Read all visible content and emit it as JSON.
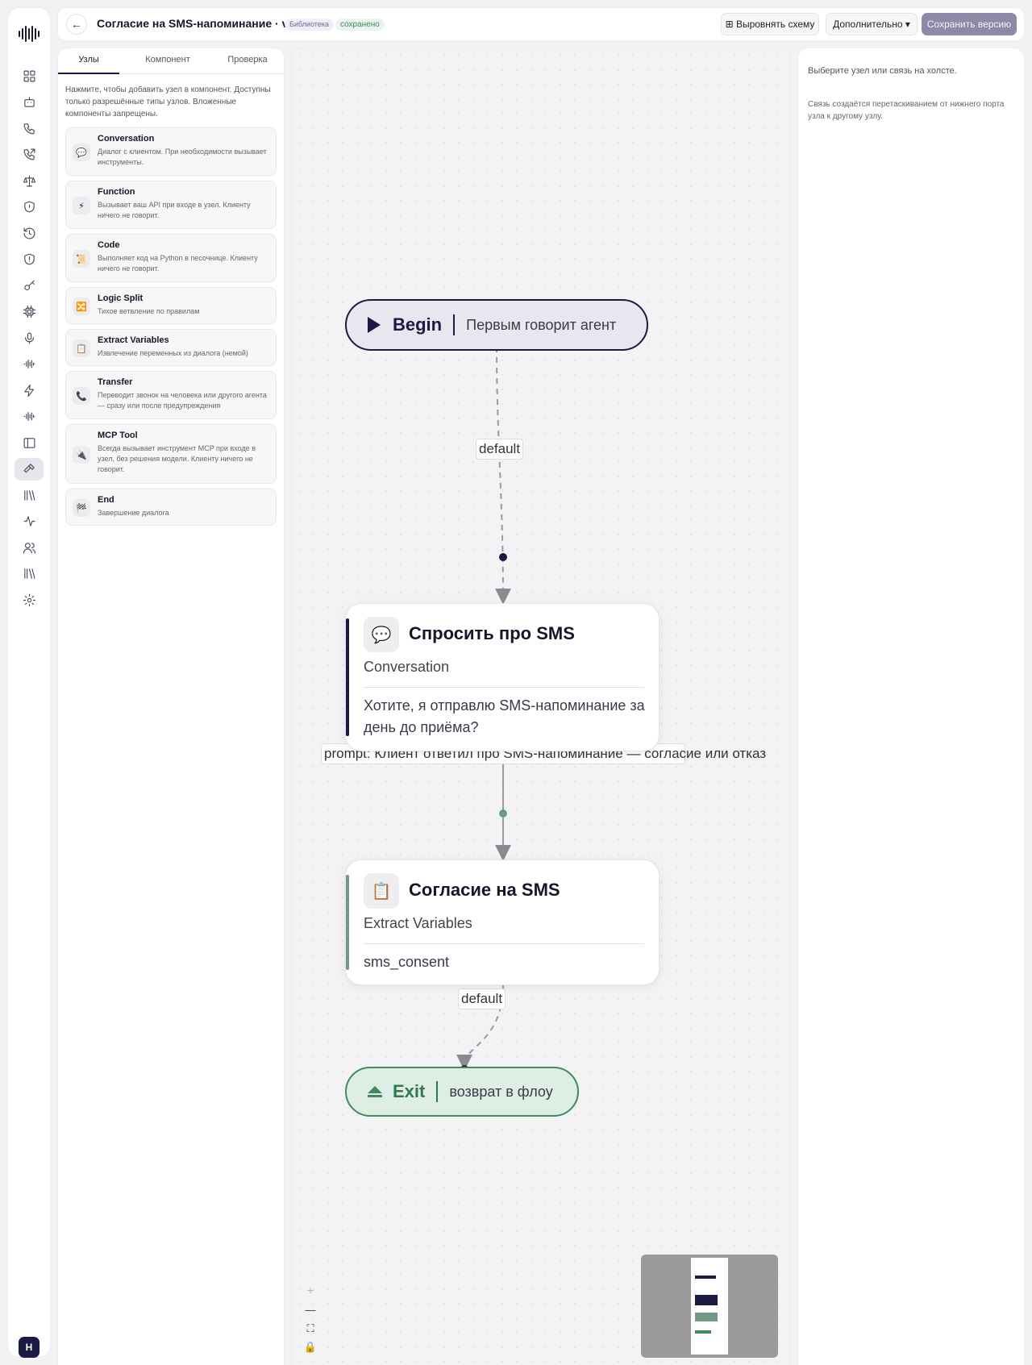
{
  "header": {
    "back_label": "←",
    "title": "Согласие на SMS-напоминание · v1",
    "badge_library": "Библиотека",
    "badge_saved": "сохранено",
    "align_button": "⊞ Выровнять схему",
    "more_button": "Дополнительно ▾",
    "save_button": "Сохранить версию"
  },
  "sidebar": {
    "avatar": "Н",
    "icons": [
      "dashboard-icon",
      "bot-icon",
      "phone-icon",
      "phone-outgoing-icon",
      "scales-icon",
      "shield-icon",
      "history-icon",
      "shield-check-icon",
      "key-icon",
      "chip-icon",
      "mic-icon",
      "waveform-icon",
      "lightning-icon",
      "waveform-icon",
      "sidebar-panel-icon",
      "hammer-icon",
      "library-icon",
      "activity-icon",
      "users-icon",
      "library-icon",
      "gear-icon"
    ],
    "active_index": 15
  },
  "left_panel": {
    "tabs": [
      "Узлы",
      "Компонент",
      "Проверка"
    ],
    "active_tab": 0,
    "help_text": "Нажмите, чтобы добавить узел в компонент. Доступны только разрешённые типы узлов. Вложенные компоненты запрещены.",
    "node_types": [
      {
        "name": "Conversation",
        "description": "Диалог с клиентом. При необходимости вызывает инструменты.",
        "icon": "💬"
      },
      {
        "name": "Function",
        "description": "Вызывает ваш API при входе в узел. Клиенту ничего не говорит.",
        "icon": "⚡"
      },
      {
        "name": "Code",
        "description": "Выполняет код на Python в песочнице. Клиенту ничего не говорит.",
        "icon": "📜"
      },
      {
        "name": "Logic Split",
        "description": "Тихое ветвление по правилам",
        "icon": "🔀"
      },
      {
        "name": "Extract Variables",
        "description": "Извлечение переменных из диалога (немой)",
        "icon": "📋"
      },
      {
        "name": "Transfer",
        "description": "Переводит звонок на человека или другого агента — сразу или после предупреждения",
        "icon": "📞"
      },
      {
        "name": "MCP Tool",
        "description": "Всегда вызывает инструмент MCP при входе в узел, без решения модели. Клиенту ничего не говорит.",
        "icon": "🔌"
      },
      {
        "name": "End",
        "description": "Завершение диалога",
        "icon": "🏁"
      }
    ]
  },
  "canvas": {
    "begin": {
      "name": "Begin",
      "subtitle": "Первым говорит агент"
    },
    "nodes": [
      {
        "title": "Спросить про SMS",
        "type": "Conversation",
        "body": "Хотите, я отправлю SMS-напоминание за день до приёма?",
        "icon": "💬",
        "accent": "#1b1a44"
      },
      {
        "title": "Согласие на SMS",
        "type": "Extract Variables",
        "body": "sms_consent",
        "icon": "📋",
        "accent": "#6f9a83"
      }
    ],
    "exit": {
      "name": "Exit",
      "subtitle": "возврат в флоу"
    },
    "edge_labels": [
      "default",
      "prompt: Клиент ответил про SMS-напоминание — согласие или отказ",
      "default"
    ],
    "zoom_controls": [
      "+",
      "—",
      "⛶",
      "🔒"
    ]
  },
  "right_panel": {
    "hint": "Выберите узел или связь на холсте.",
    "note": "Связь создаётся перетаскиванием от нижнего порта узла к другому узлу."
  },
  "colors": {
    "primary": "#1b1a44",
    "success": "#3f8a5f",
    "save_button": "#8c8aa6",
    "consent_accent": "#6f9a83"
  }
}
